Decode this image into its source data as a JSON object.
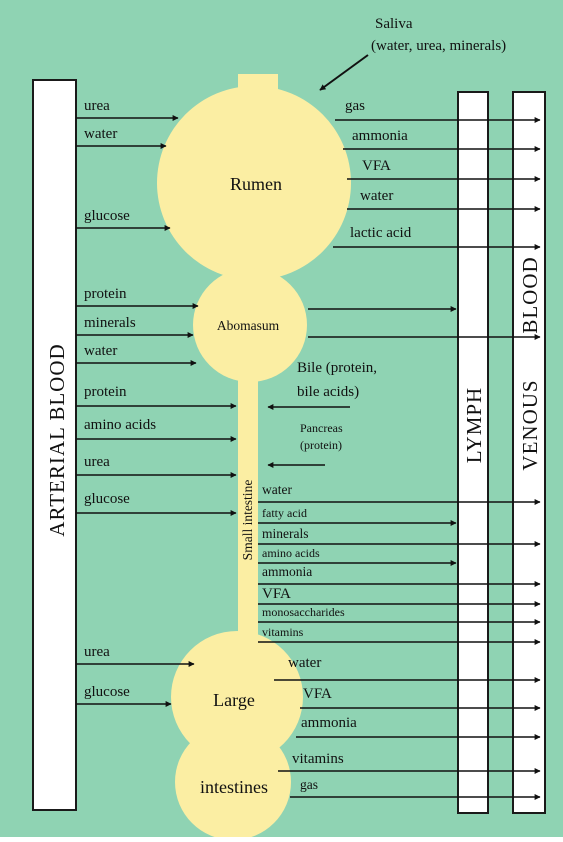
{
  "colors": {
    "background": "#8fd3b3",
    "organ_fill": "#fbeea3",
    "bar_fill": "#ffffff",
    "stroke": "#1a1a1a"
  },
  "columns": {
    "arterial": "ARTERIAL BLOOD",
    "lymph": "LYMPH",
    "venous": "VENOUS",
    "blood": "BLOOD"
  },
  "organs": {
    "rumen": "Rumen",
    "abomasum": "Abomasum",
    "small_intestine": "Small intestine",
    "large": "Large",
    "intestines": "intestines"
  },
  "saliva": {
    "line1": "Saliva",
    "line2": "(water, urea, minerals)"
  },
  "bile": {
    "line1": "Bile (protein,",
    "line2": "bile acids)"
  },
  "pancreas": {
    "line1": "Pancreas",
    "line2": "(protein)"
  },
  "inputs": {
    "rumen": [
      "urea",
      "water",
      "glucose"
    ],
    "abomasum": [
      "protein",
      "minerals",
      "water"
    ],
    "small_intestine": [
      "protein",
      "amino acids",
      "urea",
      "glucose"
    ],
    "large": [
      "urea",
      "glucose"
    ]
  },
  "outputs": {
    "rumen": [
      "gas",
      "ammonia",
      "VFA",
      "water",
      "lactic acid"
    ],
    "small_intestine": [
      "water",
      "fatty acid",
      "minerals",
      "amino acids",
      "ammonia",
      "VFA",
      "monosaccharides",
      "vitamins"
    ],
    "large": [
      "water",
      "VFA",
      "ammonia",
      "vitamins",
      "gas"
    ]
  }
}
